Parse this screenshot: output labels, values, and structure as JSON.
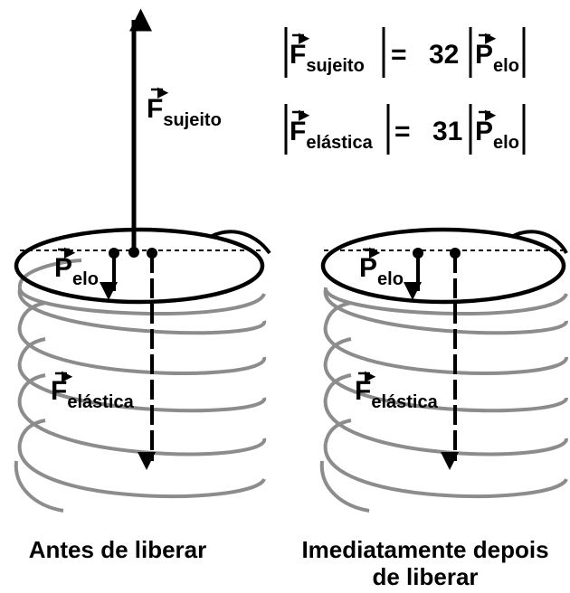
{
  "equations": {
    "eq1": {
      "force_letter": "F",
      "force_sub": "sujeito",
      "equals": "=",
      "coefficient": "32",
      "weight_letter": "P",
      "weight_sub": "elo"
    },
    "eq2": {
      "force_letter": "F",
      "force_sub": "elástica",
      "equals": "=",
      "coefficient": "31",
      "weight_letter": "P",
      "weight_sub": "elo"
    }
  },
  "left_panel": {
    "caption": "Antes de liberar",
    "f_sujeito": {
      "letter": "F",
      "sub": "sujeito"
    },
    "p_elo": {
      "letter": "P",
      "sub": "elo"
    },
    "f_elastica": {
      "letter": "F",
      "sub": "elástica"
    }
  },
  "right_panel": {
    "caption_line1": "Imediatamente depois",
    "caption_line2": "de liberar",
    "p_elo": {
      "letter": "P",
      "sub": "elo"
    },
    "f_elastica": {
      "letter": "F",
      "sub": "elástica"
    }
  },
  "colors": {
    "spring": "#8c8c8c",
    "ink": "#000000",
    "background": "#ffffff"
  }
}
